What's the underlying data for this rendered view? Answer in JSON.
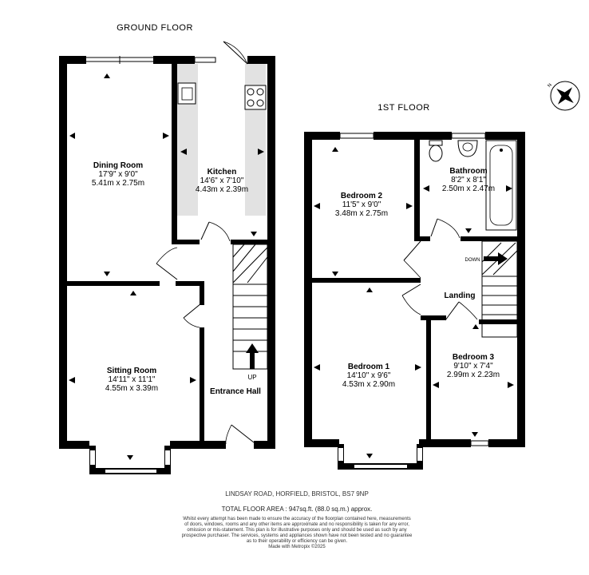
{
  "floors": {
    "ground": "GROUND FLOOR",
    "first": "1ST FLOOR"
  },
  "rooms": {
    "dining": {
      "name": "Dining Room",
      "imperial": "17'9\" x 9'0\"",
      "metric": "5.41m  x 2.75m"
    },
    "kitchen": {
      "name": "Kitchen",
      "imperial": "14'6\" x 7'10\"",
      "metric": "4.43m  x 2.39m"
    },
    "sitting": {
      "name": "Sitting Room",
      "imperial": "14'11\" x 11'1\"",
      "metric": "4.55m  x 3.39m"
    },
    "hall": {
      "name": "Entrance Hall"
    },
    "bedroom2": {
      "name": "Bedroom 2",
      "imperial": "11'5\" x 9'0\"",
      "metric": "3.48m  x 2.75m"
    },
    "bathroom": {
      "name": "Bathroom",
      "imperial": "8'2\" x 8'1\"",
      "metric": "2.50m  x 2.47m"
    },
    "landing": {
      "name": "Landing"
    },
    "bedroom1": {
      "name": "Bedroom 1",
      "imperial": "14'10\" x 9'6\"",
      "metric": "4.53m  x 2.90m"
    },
    "bedroom3": {
      "name": "Bedroom 3",
      "imperial": "9'10\" x 7'4\"",
      "metric": "2.99m  x 2.23m"
    }
  },
  "stairs": {
    "up": "UP",
    "down": "DOWN"
  },
  "compass": {
    "north": "N"
  },
  "footer": {
    "address": "LINDSAY ROAD, HORFIELD, BRISTOL, BS7 9NP",
    "total_area": "TOTAL FLOOR AREA : 947sq.ft. (88.0 sq.m.) approx.",
    "disclaimer": [
      "Whilst every attempt has been made to ensure the accuracy of the floorplan contained here, measurements",
      "of doors, windows, rooms and any other items are approximate and no responsibility is taken for any error,",
      "omission or mis-statement. This plan is for illustrative purposes only and should be used as such by any",
      "prospective purchaser. The services, systems and appliances shown have not been tested and no guarantee",
      "as to their operability or efficiency can be given.",
      "Made with Metropix ©2025"
    ]
  }
}
